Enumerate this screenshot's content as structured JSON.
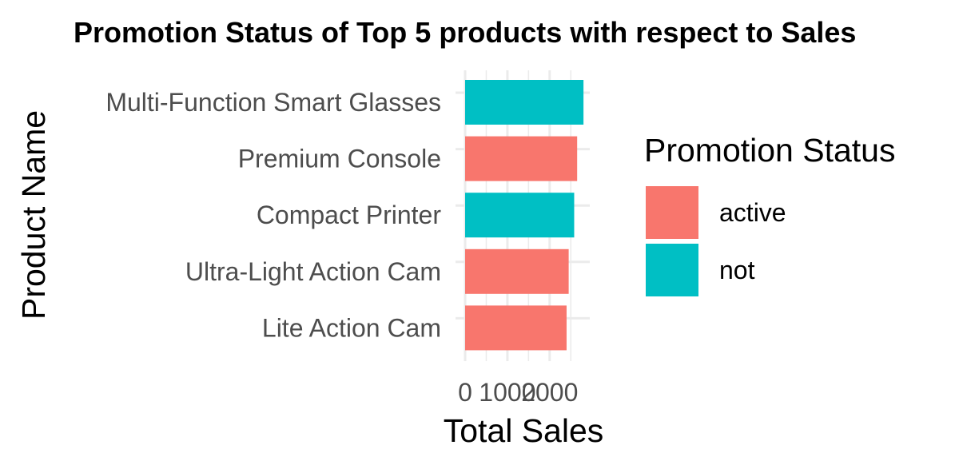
{
  "chart_data": {
    "type": "bar",
    "orientation": "horizontal",
    "title": "Promotion Status of Top 5 products with respect to Sales",
    "xlabel": "Total Sales",
    "ylabel": "Product Name",
    "categories": [
      "Multi-Function Smart Glasses",
      "Premium Console",
      "Compact Printer",
      "Ultra-Light Action Cam",
      "Lite Action Cam"
    ],
    "values": [
      2800,
      2650,
      2580,
      2450,
      2400
    ],
    "status": [
      "not",
      "active",
      "not",
      "active",
      "active"
    ],
    "x_ticks": [
      0,
      1000,
      2000
    ],
    "x_tick_labels": [
      "0",
      "1000",
      "2000"
    ],
    "xlim": [
      0,
      2900
    ],
    "grid": true,
    "legend": {
      "title": "Promotion Status",
      "placement": "right",
      "entries": [
        {
          "label": "active",
          "color": "#F8766D"
        },
        {
          "label": "not",
          "color": "#00BFC4"
        }
      ]
    }
  }
}
